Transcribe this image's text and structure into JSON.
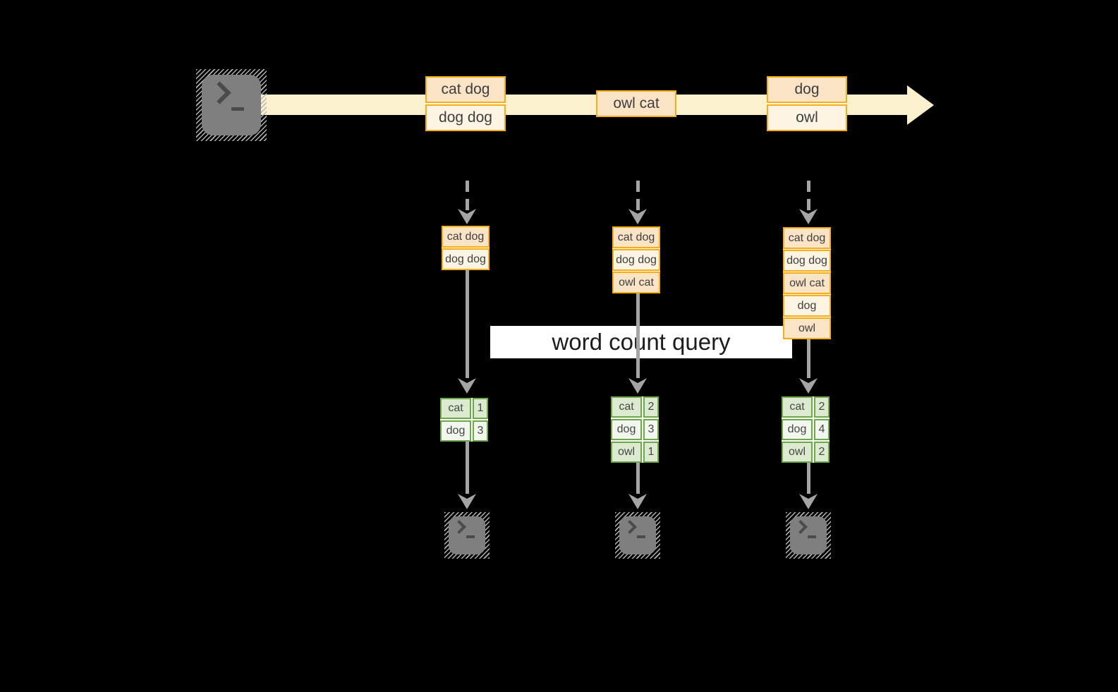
{
  "query_label": "word count query",
  "icons": {
    "source": "terminal-icon",
    "sink": "terminal-icon"
  },
  "colors": {
    "background": "#000000",
    "stream_band": "#fbf1cf",
    "box_border_orange": "#f5ae19",
    "box_fill_peach": "#fbe3c6",
    "box_fill_cream": "#fdf4e4",
    "table_border_green": "#6fa84c",
    "table_fill_sage": "#dcead0",
    "table_fill_pale": "#f2f7ee",
    "arrow_gray": "#a5a5a5",
    "query_box_bg": "#ffffff",
    "query_text": "#1d1d1d",
    "icon_gray": "#7f7f7f"
  },
  "stream_events": [
    {
      "rows": [
        {
          "text": "cat dog"
        },
        {
          "text": "dog dog"
        }
      ]
    },
    {
      "rows": [
        {
          "text": "owl cat"
        }
      ]
    },
    {
      "rows": [
        {
          "text": "dog"
        },
        {
          "text": "owl"
        }
      ]
    }
  ],
  "columns": [
    {
      "input_rows": [
        "cat dog",
        "dog dog"
      ],
      "counts": [
        {
          "word": "cat",
          "count": "1"
        },
        {
          "word": "dog",
          "count": "3"
        }
      ]
    },
    {
      "input_rows": [
        "cat dog",
        "dog dog",
        "owl cat"
      ],
      "counts": [
        {
          "word": "cat",
          "count": "2"
        },
        {
          "word": "dog",
          "count": "3"
        },
        {
          "word": "owl",
          "count": "1"
        }
      ]
    },
    {
      "input_rows": [
        "cat dog",
        "dog dog",
        "owl cat",
        "dog",
        "owl"
      ],
      "counts": [
        {
          "word": "cat",
          "count": "2"
        },
        {
          "word": "dog",
          "count": "4"
        },
        {
          "word": "owl",
          "count": "2"
        }
      ]
    }
  ]
}
